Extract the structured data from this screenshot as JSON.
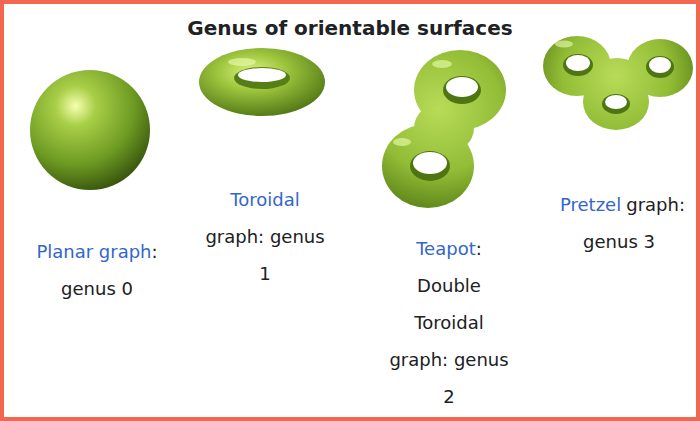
{
  "diagram": {
    "title": "Genus of orientable surfaces",
    "labels": [
      "Planar graph",
      ": genus 0",
      "Toroidal",
      " graph: genus 1",
      "Teapot",
      ": Double Toroidal graph: genus 2",
      "Pretzel",
      "graph: genus 3"
    ]
  }
}
